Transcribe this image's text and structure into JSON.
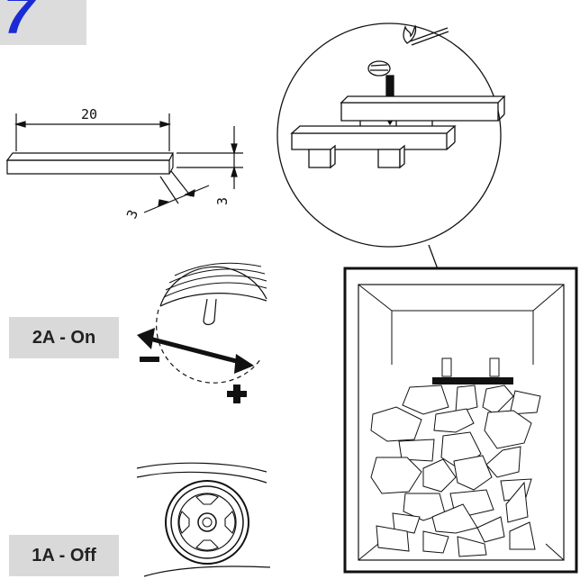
{
  "step": {
    "number": "7"
  },
  "dimensions": {
    "length": "20",
    "width": "3",
    "height": "3"
  },
  "labels": {
    "on": "2A - On",
    "off": "1A - Off"
  },
  "control_signs": {
    "minus": "−",
    "plus": "+"
  }
}
